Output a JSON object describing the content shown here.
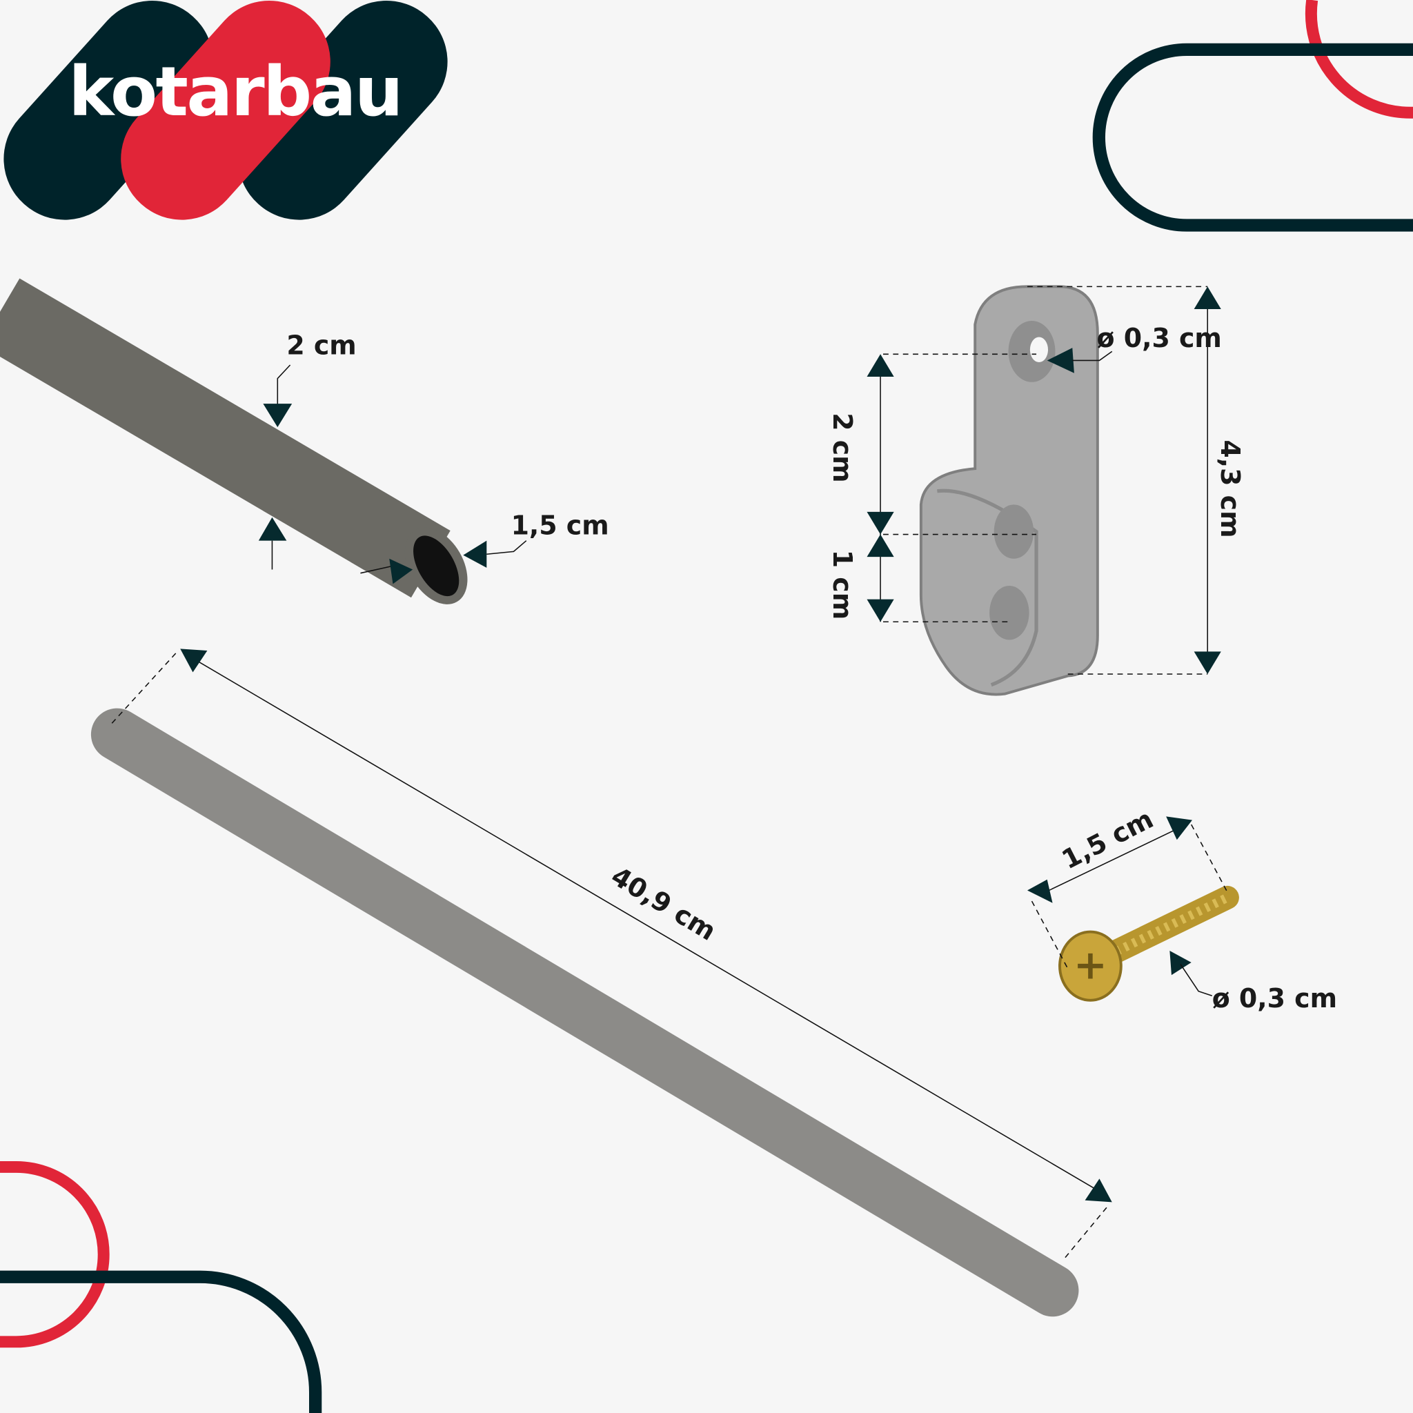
{
  "brand": {
    "logo_text": "kotarbau",
    "colors": {
      "dark": "#00232a",
      "red": "#e12538",
      "background": "#f6f6f6"
    }
  },
  "products": {
    "rod_closeup": {
      "height_label": "2 cm",
      "width_label": "1,5 cm",
      "color": "#6b6a64"
    },
    "rod_full": {
      "length_label": "40,9 cm",
      "color": "#8c8b88"
    },
    "bracket": {
      "hole_label": "ø 0,3 cm",
      "upper_spacing_label": "2 cm",
      "lower_spacing_label": "1 cm",
      "height_label": "4,3 cm",
      "color": "#a9a9a9"
    },
    "screw": {
      "length_label": "1,5 cm",
      "diameter_label": "ø 0,3 cm",
      "color": "#c9a53a"
    }
  }
}
